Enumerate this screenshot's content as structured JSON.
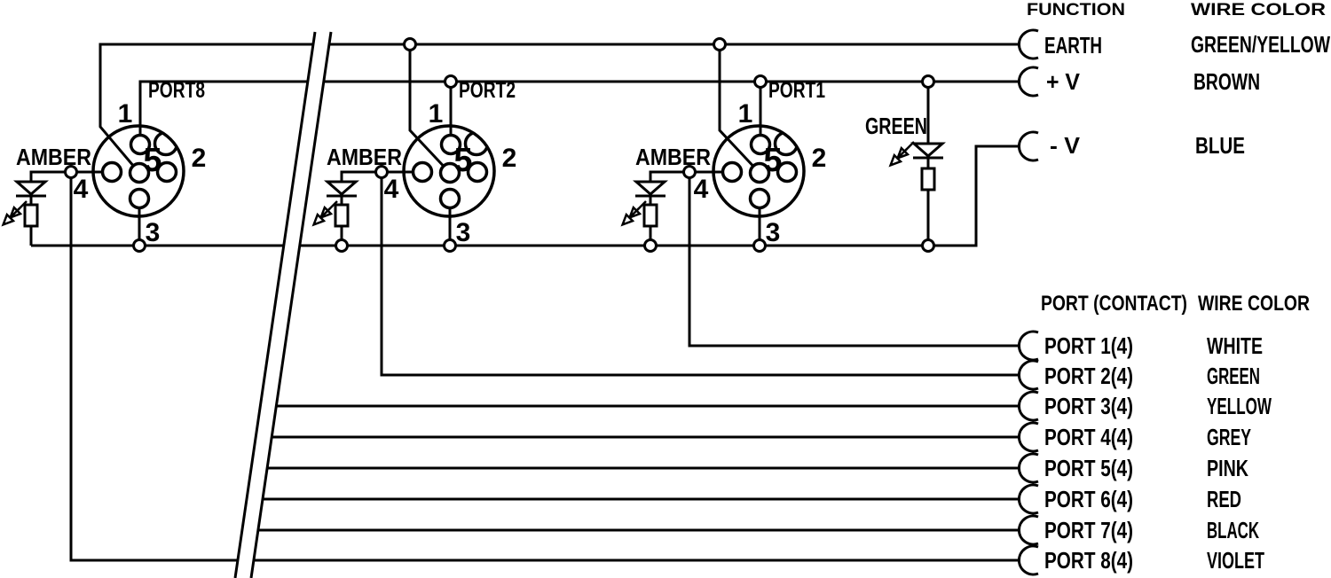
{
  "pin_labels": [
    "1",
    "2",
    "3",
    "4",
    "5"
  ],
  "connectors": [
    {
      "name": "PORT8",
      "led_label": "AMBER"
    },
    {
      "name": "PORT2",
      "led_label": "AMBER"
    },
    {
      "name": "PORT1",
      "led_label": "AMBER"
    }
  ],
  "green_led_label": "GREEN",
  "line_color": "#000000",
  "background_color": "#ffffff",
  "function_table": {
    "header": {
      "function": "FUNCTION",
      "wire_color": "WIRE COLOR"
    },
    "rows": [
      {
        "function": "EARTH",
        "wire_color": "GREEN/YELLOW"
      },
      {
        "function": "+ V",
        "wire_color": "BROWN"
      },
      {
        "function": "- V",
        "wire_color": "BLUE"
      }
    ]
  },
  "port_table": {
    "header": {
      "port": "PORT (CONTACT)",
      "wire_color": "WIRE COLOR"
    },
    "rows": [
      {
        "port": "PORT 1(4)",
        "wire_color": "WHITE"
      },
      {
        "port": "PORT 2(4)",
        "wire_color": "GREEN"
      },
      {
        "port": "PORT 3(4)",
        "wire_color": "YELLOW"
      },
      {
        "port": "PORT 4(4)",
        "wire_color": "GREY"
      },
      {
        "port": "PORT 5(4)",
        "wire_color": "PINK"
      },
      {
        "port": "PORT 6(4)",
        "wire_color": "RED"
      },
      {
        "port": "PORT 7(4)",
        "wire_color": "BLACK"
      },
      {
        "port": "PORT 8(4)",
        "wire_color": "VIOLET"
      }
    ]
  }
}
